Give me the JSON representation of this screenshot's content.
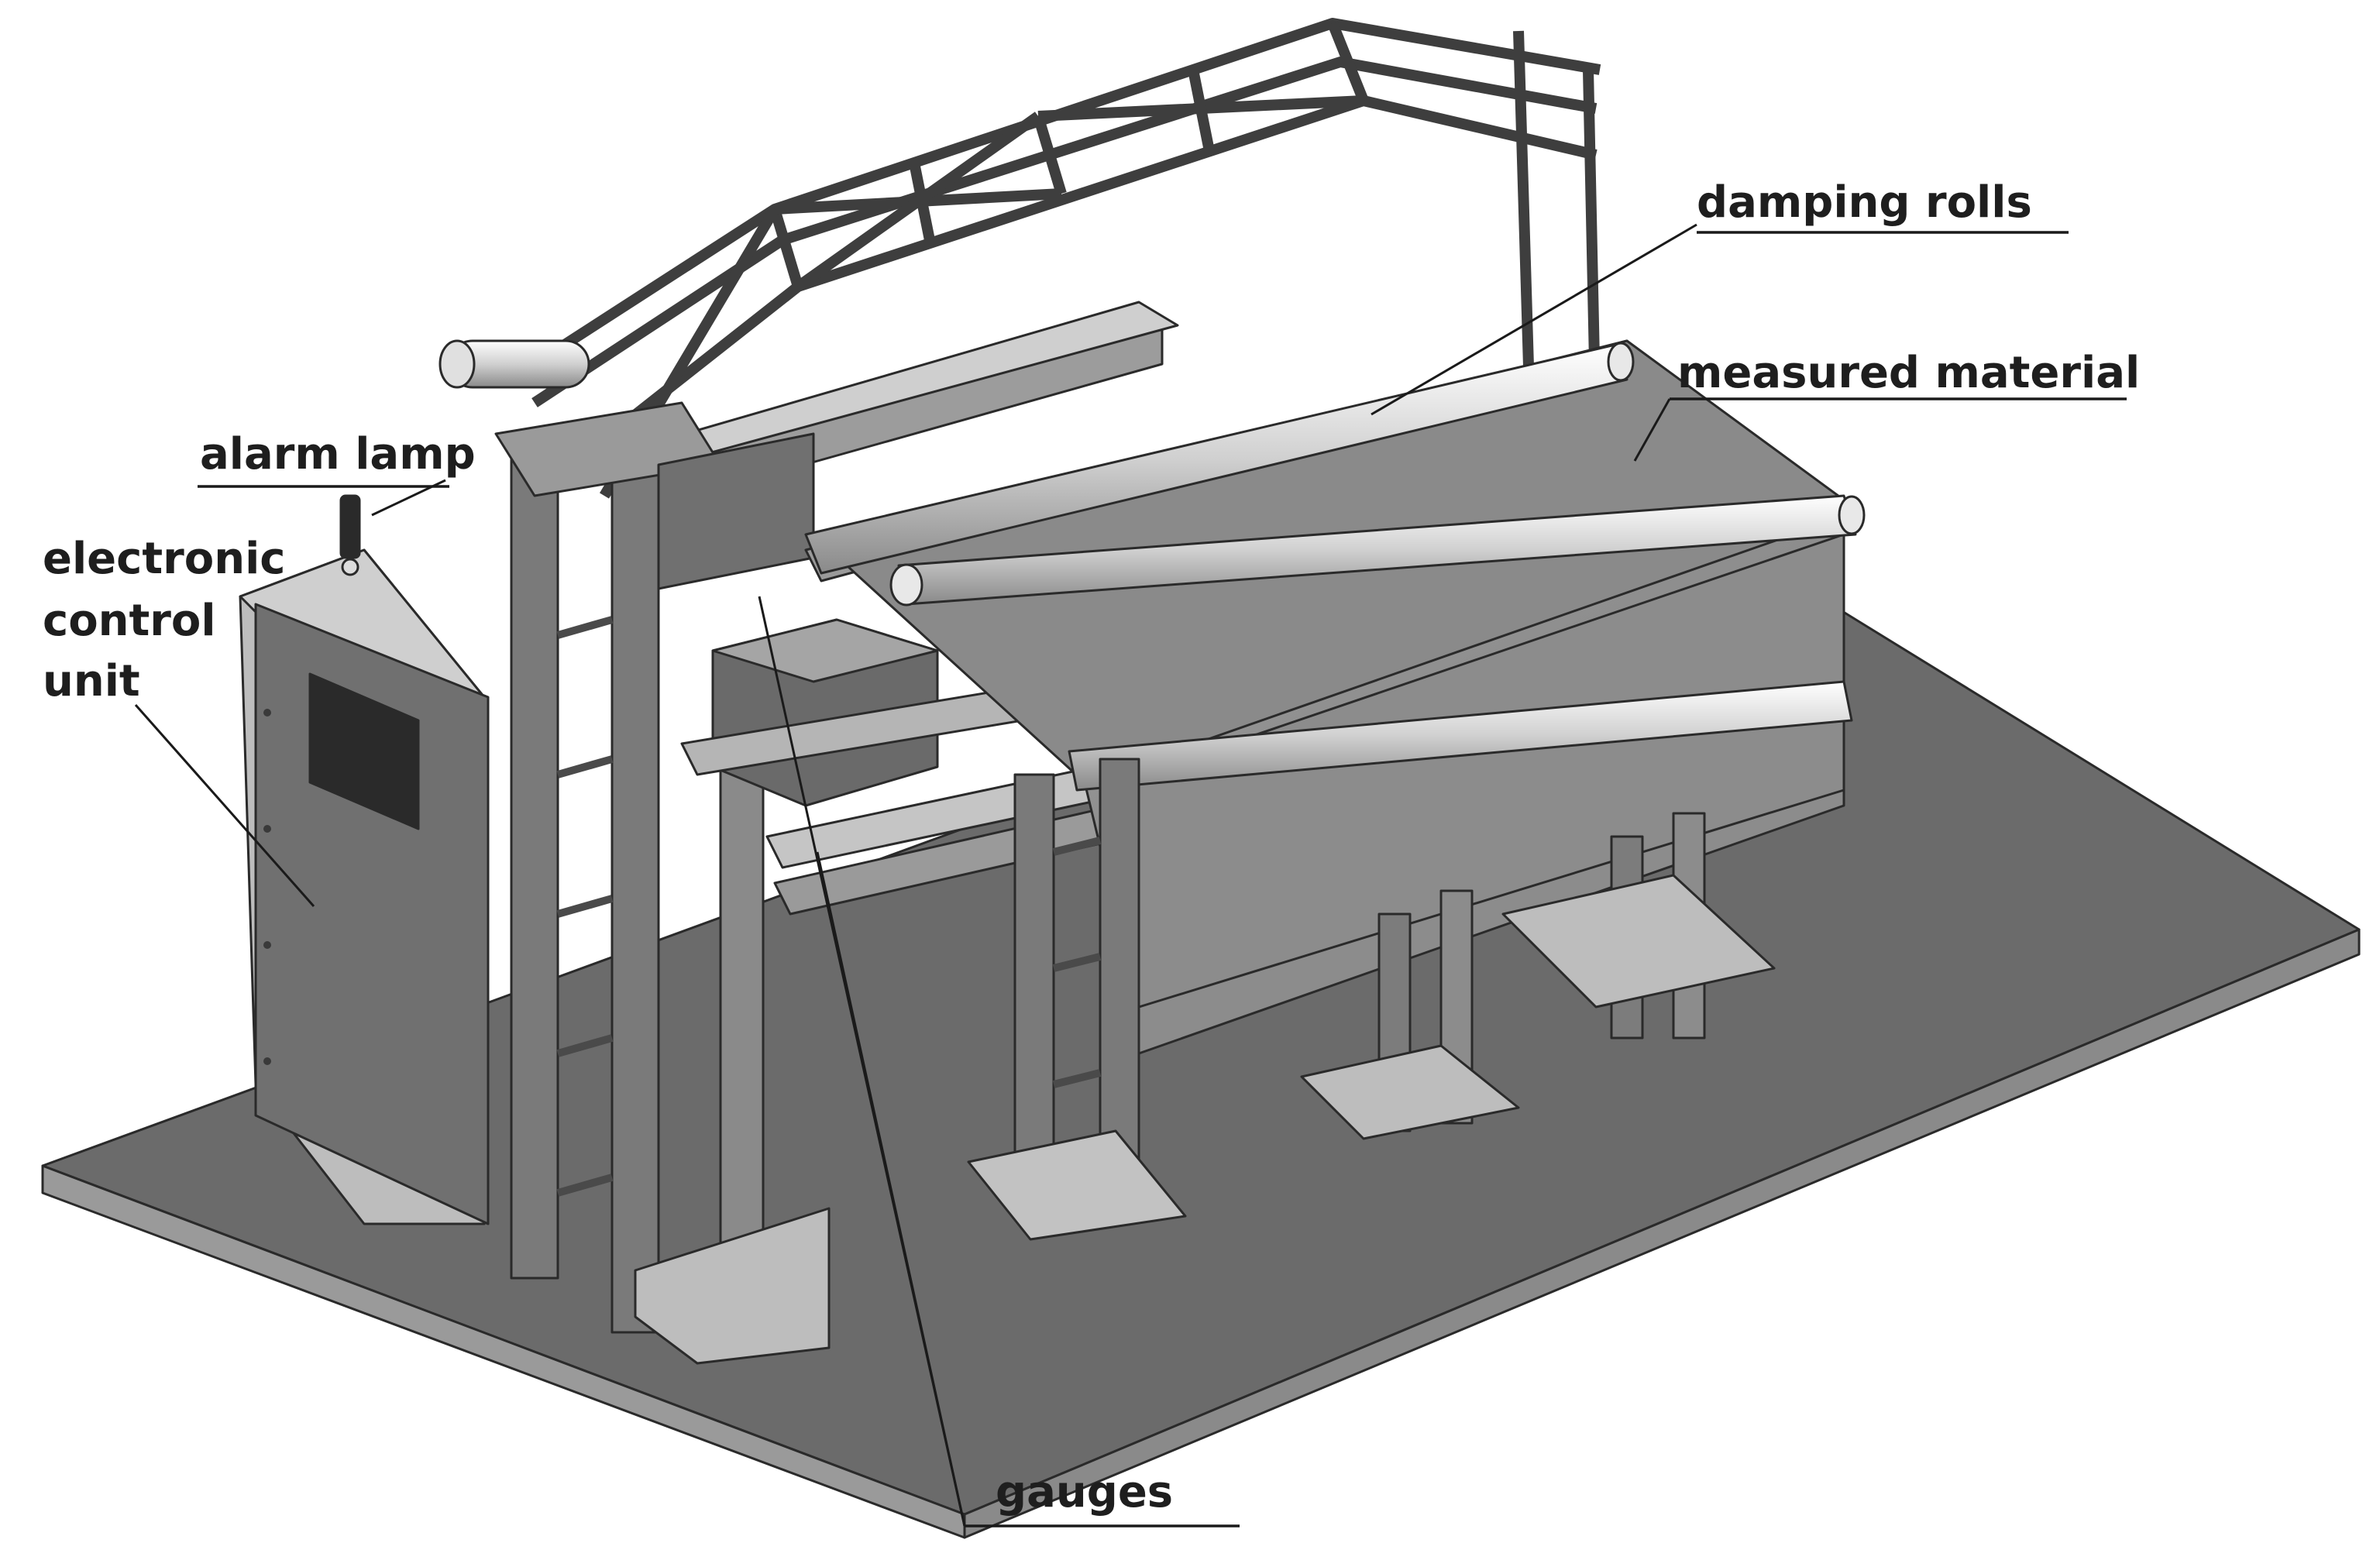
{
  "labels": {
    "damping_rolls": "damping rolls",
    "measured_material": "measured material",
    "alarm_lamp": "alarm lamp",
    "ecu_line1": "electronic",
    "ecu_line2": "control",
    "ecu_line3": "unit",
    "gauges": "gauges"
  },
  "colors": {
    "base_top": "#6b6b6b",
    "base_side": "#9a9a9a",
    "material": "#8c8c8c",
    "material_light": "#c8c8c8",
    "frame": "#7a7a7a",
    "frame_dark": "#4a4a4a",
    "cabinet": "#727272",
    "text": "#1e1e1e"
  }
}
